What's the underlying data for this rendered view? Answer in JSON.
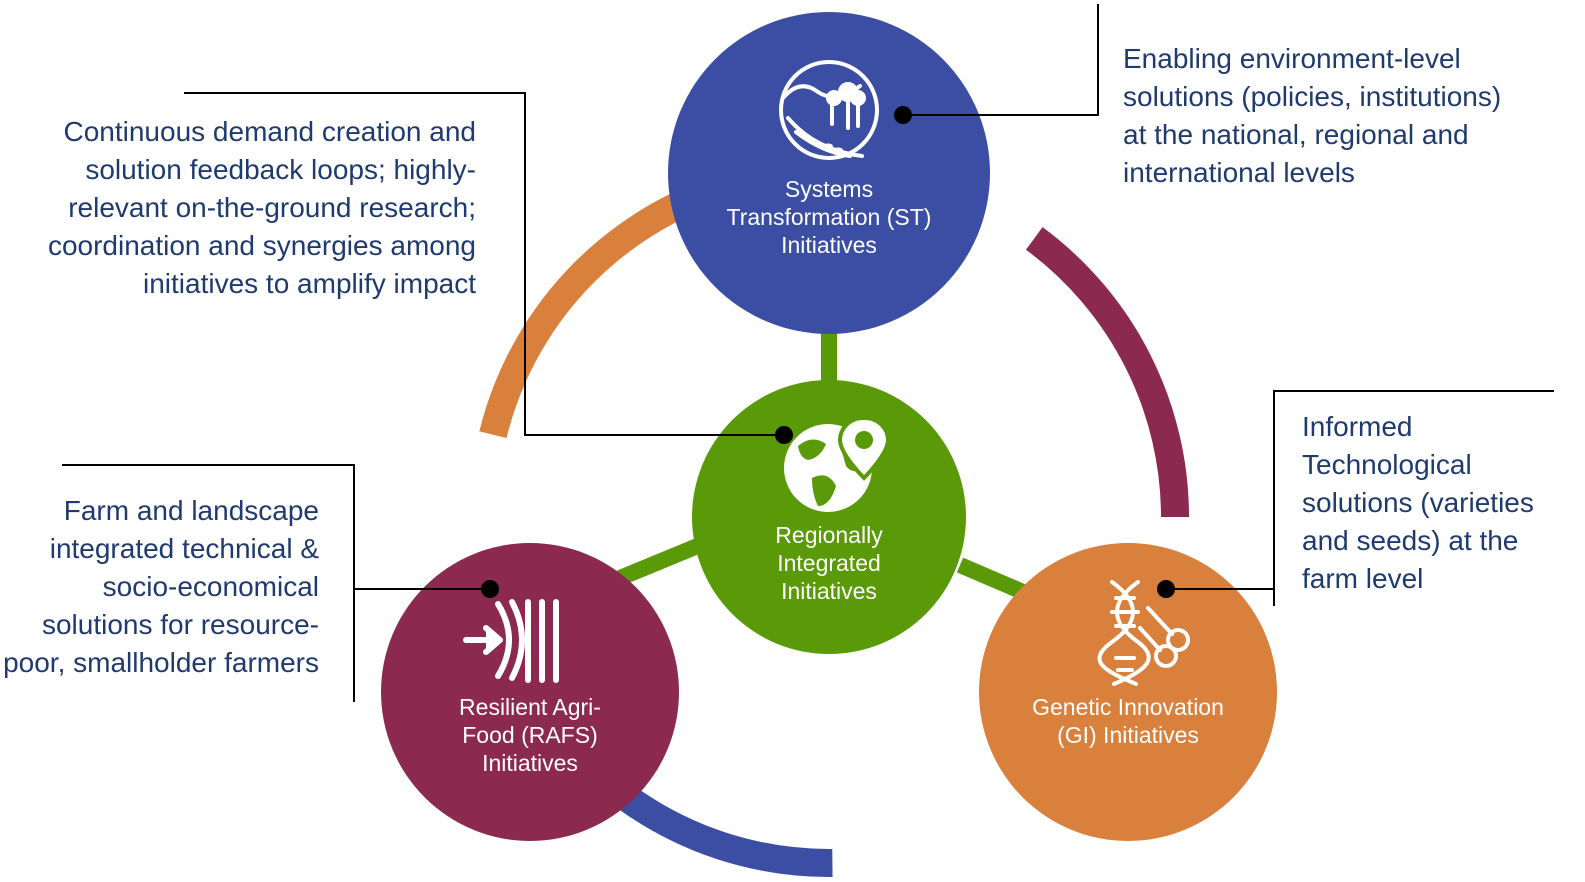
{
  "colors": {
    "systems_transformation": "#3b4ea3",
    "regional": "#5a9a08",
    "rafs": "#8b2a4e",
    "genetic_innovation": "#d9803c",
    "callout_text": "#1f3a6e",
    "leader_line": "#000000"
  },
  "nodes": {
    "systems_transformation": {
      "label": "Systems Transformation (ST) Initiatives",
      "icon": "landscape-icon"
    },
    "regional": {
      "label": "Regionally Integrated Initiatives",
      "icon": "globe-location-pin-icon"
    },
    "rafs": {
      "label": "Resilient Agri-Food (RAFS) Initiatives",
      "icon": "resilience-arrow-icon"
    },
    "genetic_innovation": {
      "label": "Genetic Innovation (GI) Initiatives",
      "icon": "dna-scissors-icon"
    }
  },
  "callouts": {
    "systems_transformation": "Enabling environment-level solutions (policies, institutions) at the national, regional and international levels",
    "regional": "Continuous demand creation and solution feedback loops; highly-relevant on-the-ground research; coordination and synergies among initiatives to amplify impact",
    "rafs": "Farm and landscape integrated technical & socio-economical solutions for resource-poor, smallholder farmers",
    "genetic_innovation": "Informed Technological solutions (varieties and seeds) at the farm level"
  }
}
